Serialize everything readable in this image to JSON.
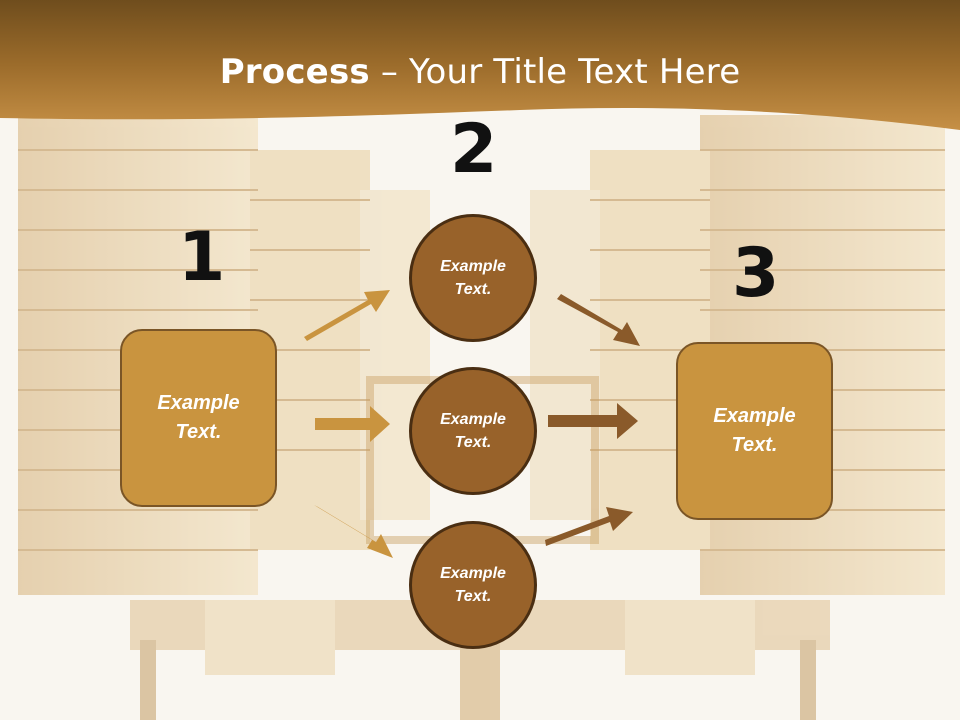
{
  "slide": {
    "title_bold": "Process",
    "title_rest": " – Your Title Text Here",
    "num1": "1",
    "num2": "2",
    "num3": "3",
    "box_left": "Example\nText.",
    "box_right": "Example\nText.",
    "circle_top": "Example\nText.",
    "circle_mid": "Example\nText.",
    "circle_bot": "Example\nText."
  },
  "colors": {
    "header": "#9a6a28",
    "box_fill": "#c9943f",
    "circle_fill": "#98622a",
    "arrow_light": "#c9943f",
    "arrow_dark": "#8a5a2a"
  }
}
